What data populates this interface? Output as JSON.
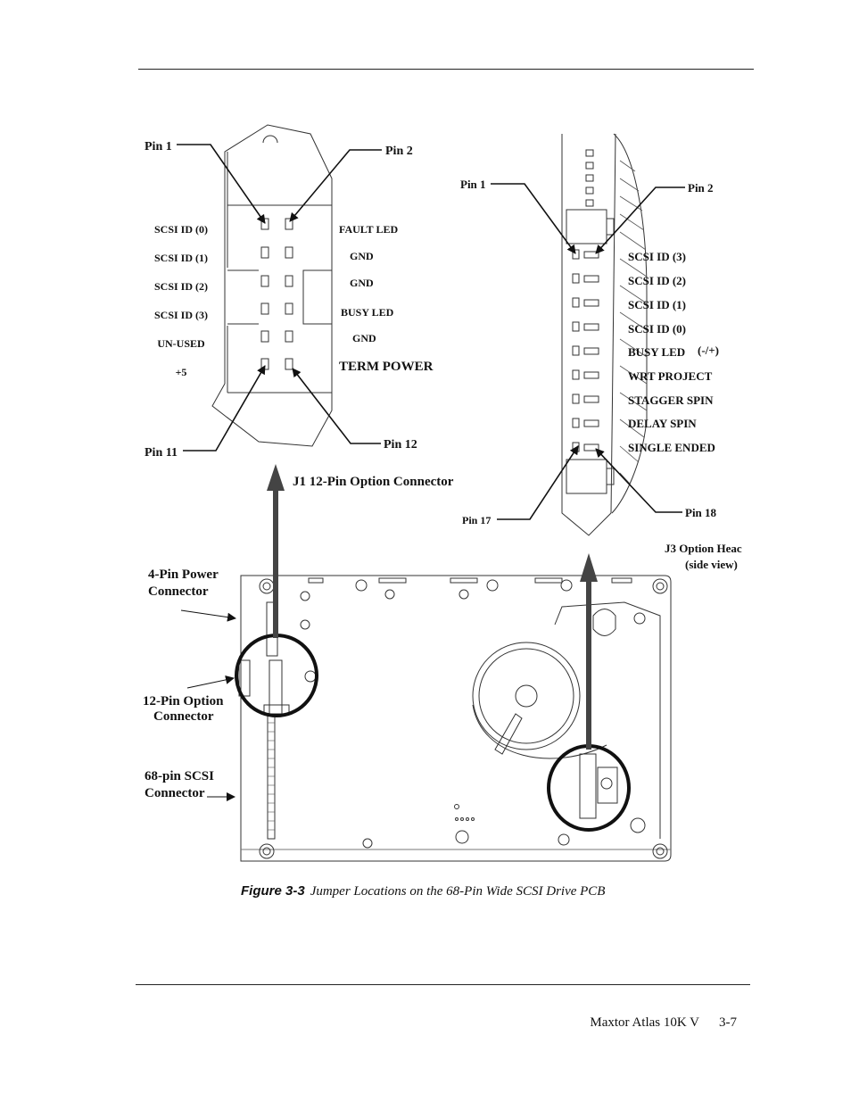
{
  "j1": {
    "pin1": "Pin 1",
    "pin2": "Pin 2",
    "pin11": "Pin 11",
    "pin12": "Pin 12",
    "left_labels": [
      "SCSI ID (0)",
      "SCSI ID (1)",
      "SCSI ID (2)",
      "SCSI ID (3)",
      "UN-USED",
      "+5"
    ],
    "right_labels": [
      "FAULT LED",
      "GND",
      "GND",
      "BUSY LED",
      "GND",
      "TERM POWER"
    ],
    "title": "J1 12-Pin Option Connector"
  },
  "j3": {
    "pin1": "Pin 1",
    "pin2": "Pin 2",
    "pin17": "Pin 17",
    "pin18": "Pin 18",
    "labels": [
      "SCSI ID (3)",
      "SCSI ID (2)",
      "SCSI ID (1)",
      "SCSI ID (0)",
      "BUSY LED",
      "WRT PROJECT",
      "STAGGER SPIN",
      "DELAY SPIN",
      "SINGLE ENDED"
    ],
    "busy_suffix": "(-/+)",
    "title_line1": "J3 Option Heac",
    "title_line2": "(side view)"
  },
  "pcb": {
    "power_line1": "4-Pin Power",
    "power_line2": "Connector",
    "option_line1": "12-Pin Option",
    "option_line2": "Connector",
    "scsi_line1": "68-pin SCSI",
    "scsi_line2": "Connector"
  },
  "caption": {
    "figure": "Figure 3-3",
    "text": "Jumper Locations on the 68-Pin Wide SCSI Drive PCB"
  },
  "footer": {
    "product": "Maxtor Atlas 10K V",
    "page": "3-7"
  }
}
